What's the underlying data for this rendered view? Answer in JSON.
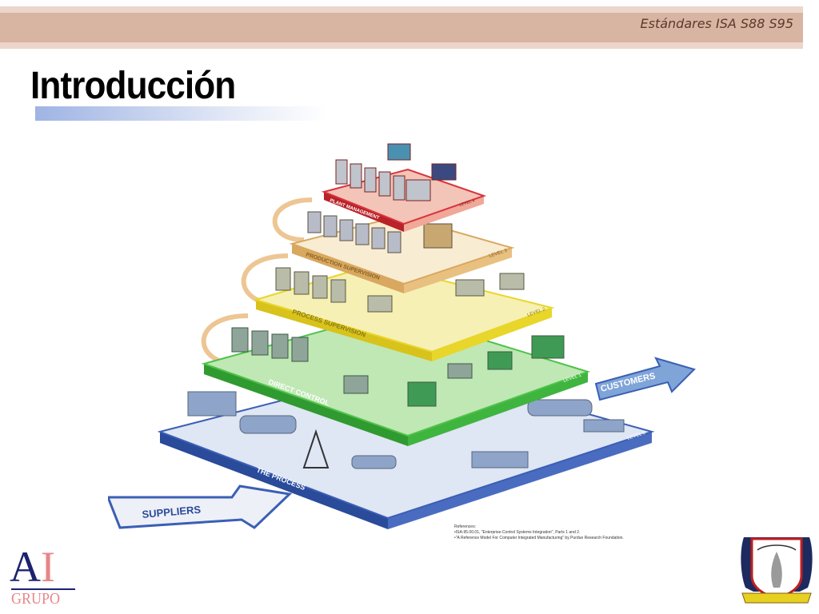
{
  "header": {
    "subtitle": "Estándares ISA S88 S95"
  },
  "slide": {
    "title": "Introducción"
  },
  "figure": {
    "levels": [
      {
        "name": "PLANT MANAGEMENT",
        "level": "LEVEL 4",
        "color": "#d8343c"
      },
      {
        "name": "PRODUCTION SUPERVISION",
        "level": "LEVEL 3",
        "color": "#f2d9a0"
      },
      {
        "name": "PROCESS SUPERVISION",
        "level": "LEVEL 2",
        "color": "#f4e64a"
      },
      {
        "name": "DIRECT CONTROL",
        "level": "LEVEL 1",
        "color": "#4fc24a"
      },
      {
        "name": "THE PROCESS",
        "level": "LEVEL 0",
        "color": "#3b5fb4"
      }
    ],
    "suppliers": "SUPPLIERS",
    "customers": "CUSTOMERS",
    "references": {
      "heading": "References:",
      "line1": "•ISA-95.00.01, \"Enterprise-Control Systems Integration\", Parts 1 and 2.",
      "line2": "•\"A Reference Model For Computer Integrated Manufacturing\" by Purdue Research Foundation."
    }
  },
  "logos": {
    "left_a": "A",
    "left_i": "I",
    "left_grupo": "GRUPO"
  },
  "colors": {
    "header_band": "#d8b4a3",
    "logo_blue": "#1c2270",
    "logo_pink": "#e8868a"
  }
}
